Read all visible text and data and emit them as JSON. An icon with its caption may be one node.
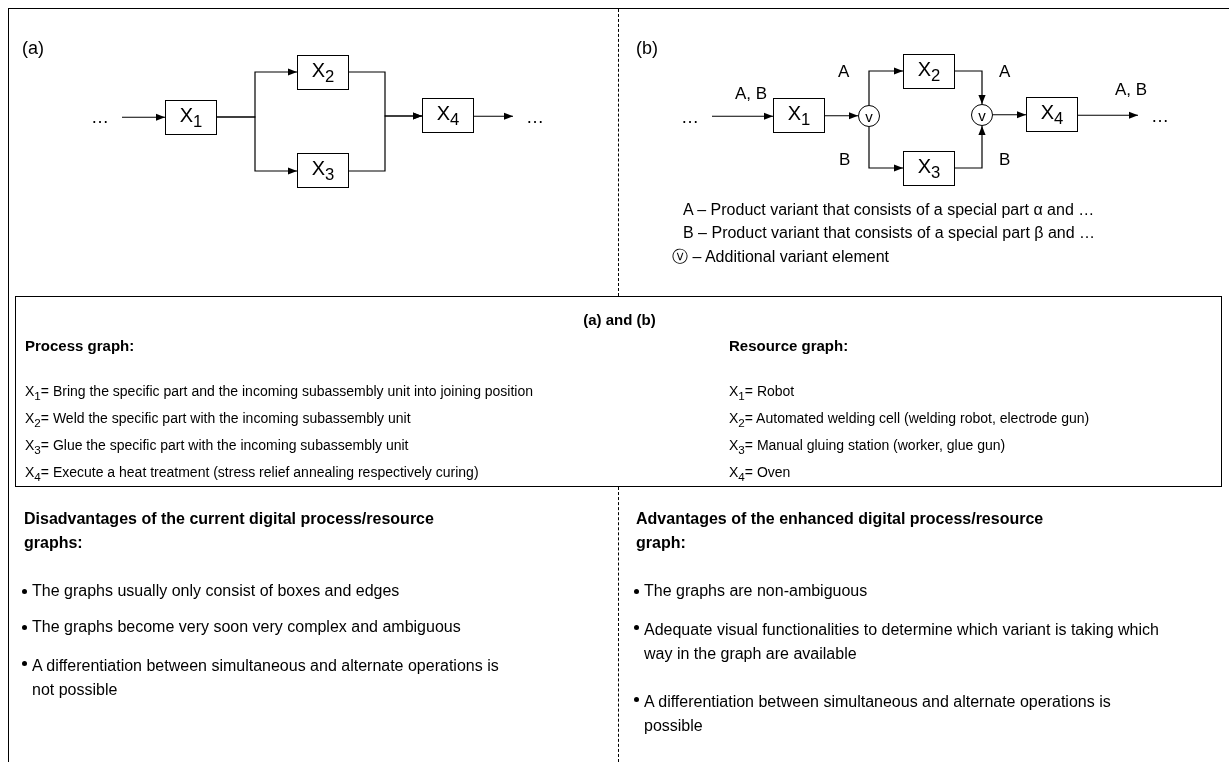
{
  "diagram": {
    "nodes": [
      {
        "text": [
          "X$_{1}$"
        ]
      },
      {
        "text": [
          "X$_{2}$"
        ]
      },
      {
        "text": [
          "X$_{3}$"
        ]
      },
      {
        "text": [
          "X$_{4}$"
        ]
      },
      {
        "text": [
          "X$_{1}$"
        ]
      },
      {
        "text": [
          "v"
        ]
      },
      {
        "text": [
          "X$_{2}$"
        ]
      },
      {
        "text": [
          "X$_{3}$"
        ]
      },
      {
        "text": [
          "v"
        ]
      },
      {
        "text": [
          "X$_{4}$"
        ]
      },
      {
        "text": [
          "(a) and (b)",
          "Process graph:",
          "Resource graph:",
          "X$_{1}$= Bring the specific part and the incoming subassembly unit into joining position",
          "X$_{1}$= Robot",
          "X$_{2}$= Weld the specific part with the incoming subassembly unit",
          "X$_{2}$= Automated welding cell (welding robot, electrode gun)",
          "X$_{3}$= Glue the specific part with the incoming subassembly unit",
          "X$_{3}$= Manual gluing station (worker, glue gun)",
          "X$_{4}$= Execute a heat treatment (stress relief annealing respectively curing)",
          "X$_{4}$= Oven"
        ]
      },
      {
        "text": [
          "…"
        ]
      },
      {
        "text": [
          "…"
        ]
      },
      {
        "text": [
          "…"
        ]
      },
      {
        "text": [
          "…"
        ]
      }
    ],
    "edges": [
      {
        "from": 11,
        "to": 0,
        "arrow": "to"
      },
      {
        "from": 0,
        "to": 1,
        "arrow": "to"
      },
      {
        "from": 0,
        "to": 2,
        "arrow": "to"
      },
      {
        "from": 1,
        "to": 3,
        "arrow": "to"
      },
      {
        "from": 2,
        "to": 3,
        "arrow": "to"
      },
      {
        "from": 3,
        "to": 12,
        "arrow": "to"
      },
      {
        "from": 13,
        "to": 4,
        "arrow": "to",
        "label": "A, B"
      },
      {
        "from": 4,
        "to": 5,
        "arrow": "to"
      },
      {
        "from": 5,
        "to": 6,
        "arrow": "to",
        "label": "A"
      },
      {
        "from": 5,
        "to": 7,
        "arrow": "to",
        "label": "B"
      },
      {
        "from": 6,
        "to": 8,
        "arrow": "to",
        "label": "A"
      },
      {
        "from": 7,
        "to": 8,
        "arrow": "to",
        "label": "B"
      },
      {
        "from": 8,
        "to": 9,
        "arrow": "to"
      },
      {
        "from": 9,
        "to": 14,
        "arrow": "to",
        "label": "A, B"
      }
    ],
    "labels": [
      "(a)",
      "(b)",
      "A – Product variant that consists of a special part α and …",
      "B – Product variant that consists of a special part β and …",
      "ⓥ – Additional variant element",
      "Disadvantages of the current digital process/resource graphs:",
      "The graphs usually only consist of boxes and edges",
      "The graphs become very soon very complex and ambiguous",
      "A differentiation between simultaneous and alternate operations is not possible",
      "Advantages of the enhanced digital process/resource graph:",
      "The graphs are non-ambiguous",
      "Adequate visual functionalities to determine which variant is taking which way in the graph are available",
      "A differentiation between simultaneous and alternate operations is possible"
    ]
  }
}
